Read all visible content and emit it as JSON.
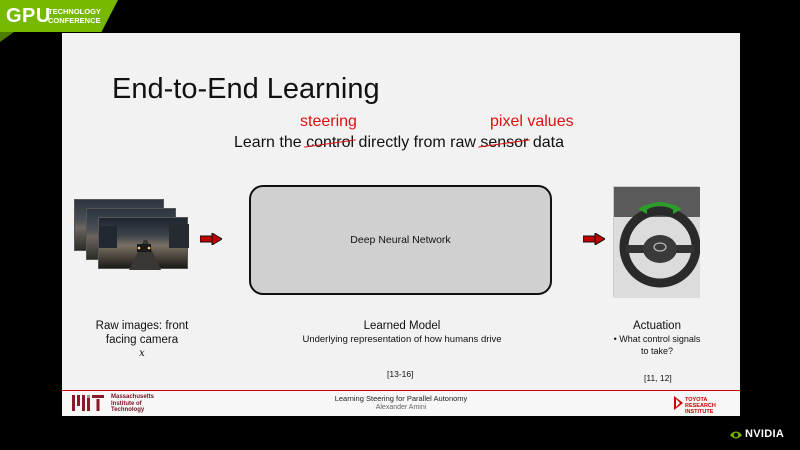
{
  "header": {
    "badge_main": "GPU",
    "badge_sub_line1": "TECHNOLOGY",
    "badge_sub_line2": "CONFERENCE"
  },
  "slide": {
    "title": "End-to-End Learning",
    "subtitle": {
      "part1": "Learn the ",
      "struck1": "control",
      "part2": " directly from raw ",
      "struck2": "sensor",
      "part3": " data"
    },
    "annotations": {
      "steering": "steering",
      "pixel_values": "pixel values"
    },
    "dnn_label": "Deep Neural Network",
    "captions": {
      "left_line1": "Raw images: front",
      "left_line2": "facing camera",
      "left_var": "x",
      "mid_heading": "Learned Model",
      "mid_sub": "Underlying representation of how humans drive",
      "mid_ref": "[13-16]",
      "right_heading": "Actuation",
      "right_sub1": "• What control signals",
      "right_sub2": "to take?",
      "right_ref": "[11, 12]"
    },
    "footer": {
      "title": "Learning Steering for Parallel Autonomy",
      "author": "Alexander Amini",
      "mit_line1": "Massachusetts",
      "mit_line2": "Institute of",
      "mit_line3": "Technology",
      "toyota_line1": "TOYOTA",
      "toyota_line2": "RESEARCH INSTITUTE"
    },
    "colors": {
      "annotation_red": "#dd1111",
      "arrow_red": "#c00000",
      "nvidia_green": "#76b900"
    }
  },
  "brand": {
    "nvidia": "NVIDIA"
  }
}
